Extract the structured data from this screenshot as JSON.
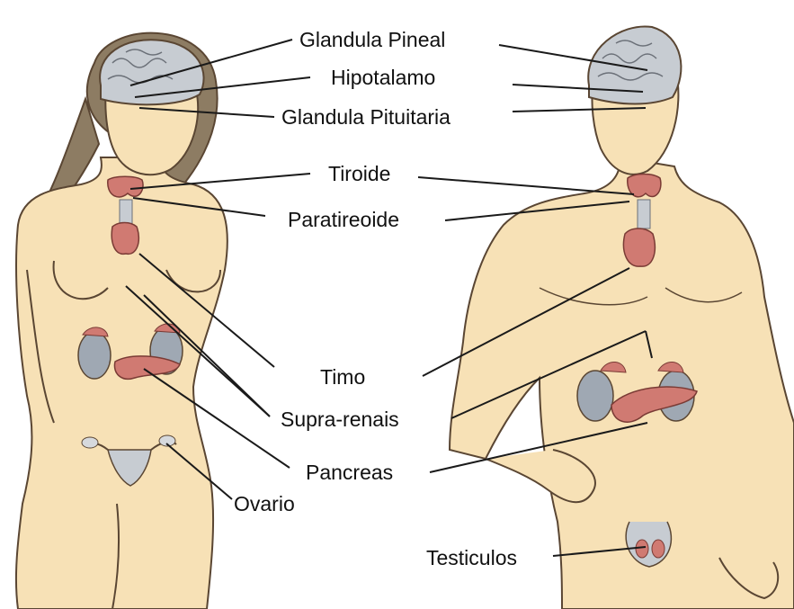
{
  "labels": {
    "pineal": "Glandula Pineal",
    "hypothalamus": "Hipotalamo",
    "pituitary": "Glandula Pituitaria",
    "thyroid": "Tiroide",
    "parathyroid": "Paratireoide",
    "thymus": "Timo",
    "adrenal": "Supra-renais",
    "pancreas": "Pancreas",
    "ovary": "Ovario",
    "testes": "Testiculos"
  },
  "colors": {
    "skin": "#f7e1b6",
    "skin_shadow": "#e8c98f",
    "outline": "#5a4633",
    "hair": "#8d7c63",
    "brain": "#c7ccd2",
    "gland_red": "#d07a72",
    "kidney_gray": "#9fa8b3",
    "leader_line": "#1a1a1a"
  }
}
